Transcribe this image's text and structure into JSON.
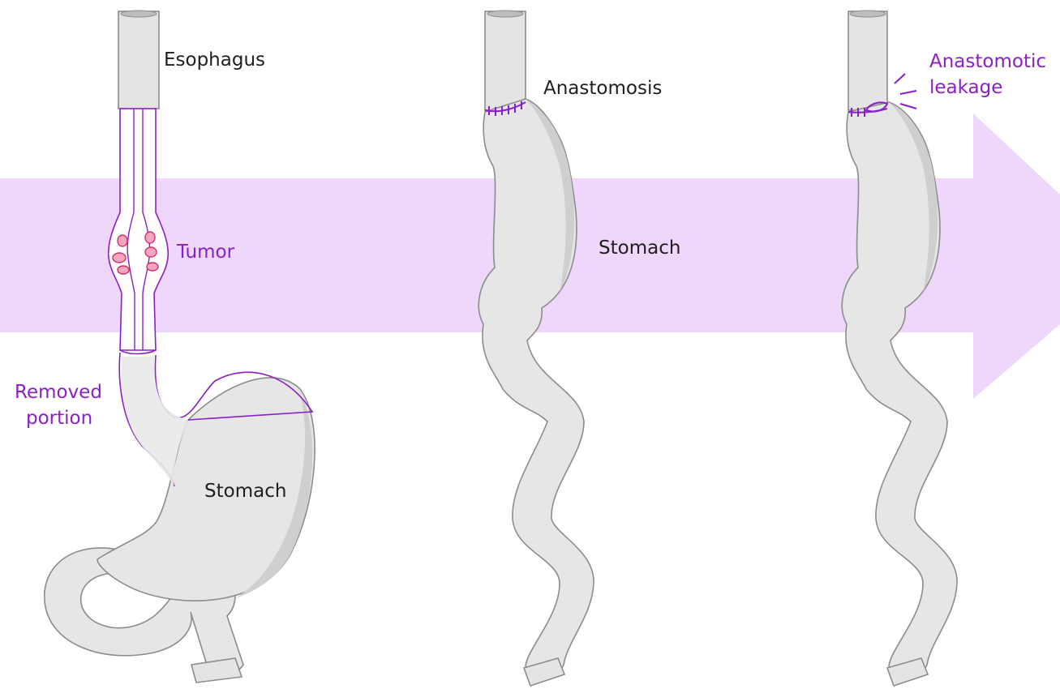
{
  "labels": {
    "esophagus": "Esophagus",
    "tumor": "Tumor",
    "removed_portion_line1": "Removed",
    "removed_portion_line2": "portion",
    "stomach_before": "Stomach",
    "anastomosis": "Anastomosis",
    "stomach_after": "Stomach",
    "anastomotic_leakage_line1": "Anastomotic",
    "anastomotic_leakage_line2": "leakage"
  },
  "colors": {
    "accent": "#8a1fc6",
    "arrow": "#efd6fb",
    "organ": "#e6e6e6",
    "organ_outline": "#8c8c8c",
    "tumor_fill": "#f4a6c0",
    "tumor_outline": "#d0306a",
    "text": "#1f1f1f"
  }
}
